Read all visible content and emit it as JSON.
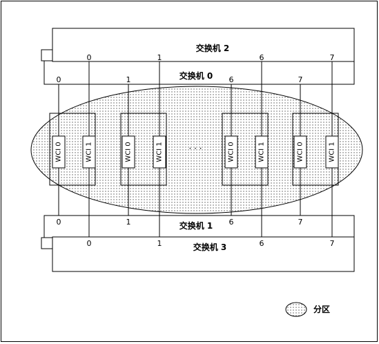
{
  "diagram": {
    "switches": {
      "switch2": {
        "label": "交换机 2",
        "ports": [
          "0",
          "1",
          "6",
          "7"
        ]
      },
      "switch0": {
        "label": "交换机 0",
        "ports": [
          "0",
          "1",
          "6",
          "7"
        ]
      },
      "switch1": {
        "label": "交换机 1",
        "ports": [
          "0",
          "1",
          "6",
          "7"
        ]
      },
      "switch3": {
        "label": "交换机 3",
        "ports": [
          "0",
          "1",
          "6",
          "7"
        ]
      }
    },
    "wci_labels": [
      "WCI 0",
      "WCI 1"
    ],
    "ellipsis": "· · ·",
    "legend": {
      "label": "分区"
    }
  }
}
